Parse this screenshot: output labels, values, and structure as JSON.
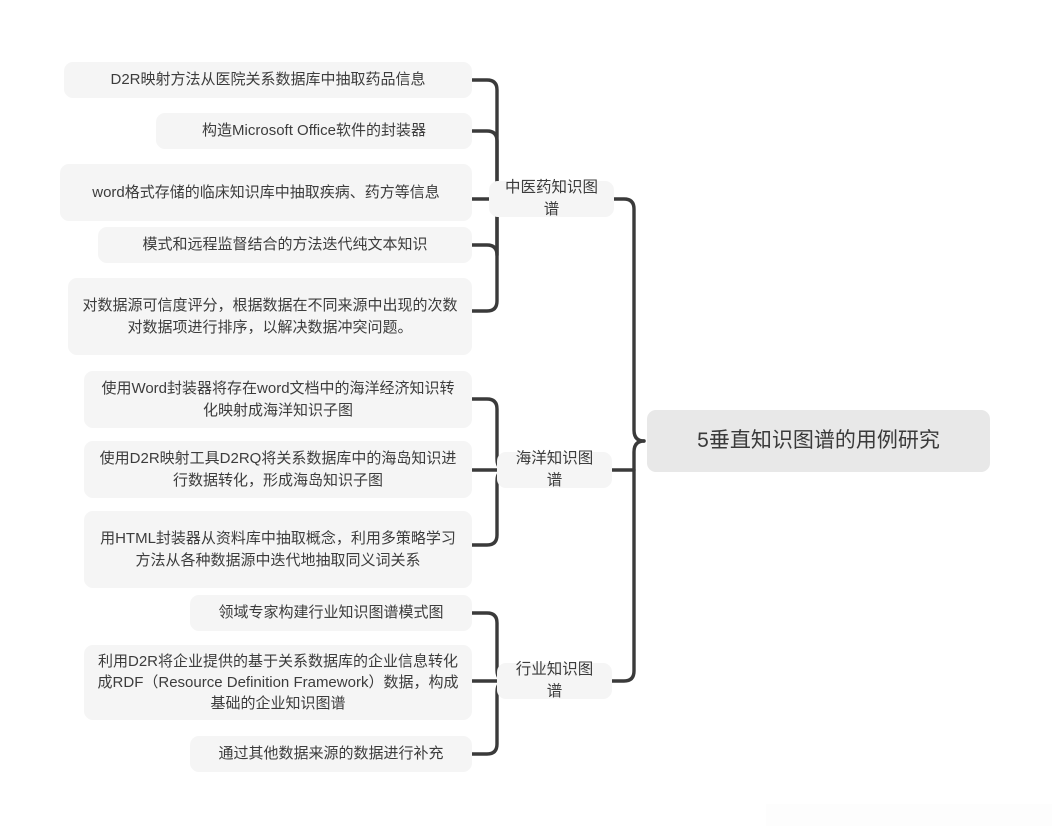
{
  "diagram": {
    "type": "mind-map",
    "title": "5垂直知识图谱的用例研究",
    "orientation": "right-to-left",
    "colors": {
      "canvas": "#ffffff",
      "leaf_background": "#f5f5f5",
      "branch_background": "#f5f5f5",
      "root_background": "#e8e8e8",
      "text": "#3c3c3c",
      "connector": "#3a3a3a"
    }
  },
  "root": {
    "label": "5垂直知识图谱的用例研究"
  },
  "branches": [
    {
      "label": "中医药知识图谱",
      "children": [
        {
          "label": "D2R映射方法从医院关系数据库中抽取药品信息"
        },
        {
          "label": "构造Microsoft Office软件的封装器"
        },
        {
          "label": "word格式存储的临床知识库中抽取疾病、药方等信息"
        },
        {
          "label": "模式和远程监督结合的方法迭代纯文本知识"
        },
        {
          "label": "对数据源可信度评分，根据数据在不同来源中出现的次数对数据项进行排序，以解决数据冲突问题。"
        }
      ]
    },
    {
      "label": "海洋知识图谱",
      "children": [
        {
          "label": "使用Word封装器将存在word文档中的海洋经济知识转化映射成海洋知识子图"
        },
        {
          "label": "使用D2R映射工具D2RQ将关系数据库中的海岛知识进行数据转化，形成海岛知识子图"
        },
        {
          "label": "用HTML封装器从资料库中抽取概念，利用多策略学习方法从各种数据源中迭代地抽取同义词关系"
        }
      ]
    },
    {
      "label": "行业知识图谱",
      "children": [
        {
          "label": "领域专家构建行业知识图谱模式图"
        },
        {
          "label": "利用D2R将企业提供的基于关系数据库的企业信息转化成RDF（Resource Definition Framework）数据，构成基础的企业知识图谱"
        },
        {
          "label": "通过其他数据来源的数据进行补充"
        }
      ]
    }
  ]
}
